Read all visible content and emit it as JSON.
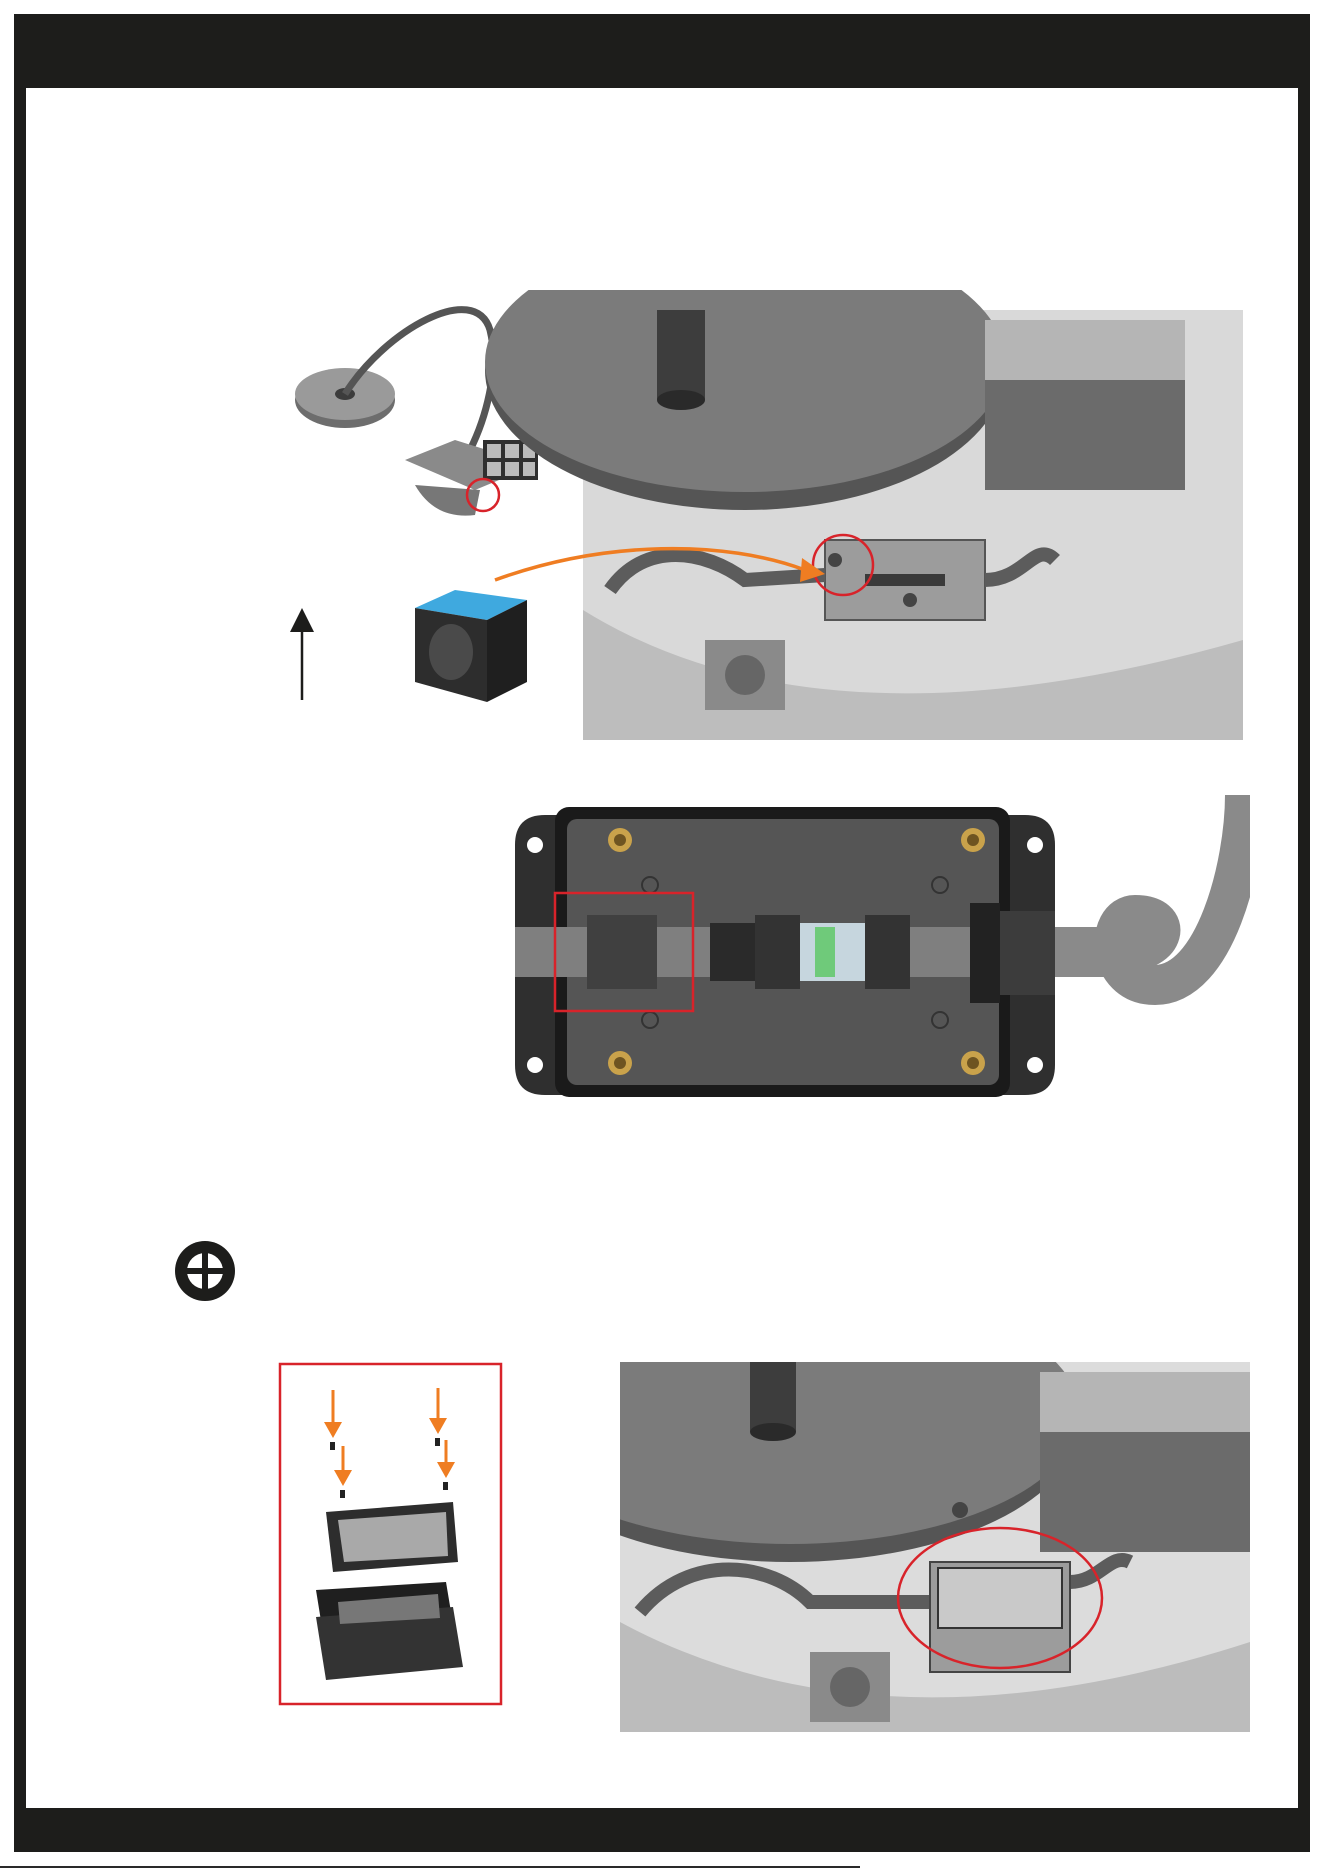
{
  "page": {
    "header_text": "",
    "footer_text": ""
  },
  "icons": {
    "screwdriver": "phillips-screwdriver-icon",
    "up_arrow": "arrow-up-icon",
    "down_arrows": "arrow-down-icon"
  },
  "colors": {
    "frame": "#1d1d1b",
    "highlight_red": "#d8232a",
    "arrow_orange": "#ef7d22",
    "grommet_blue": "#3fa9df",
    "steel_dark": "#4a4a4a",
    "steel_mid": "#8c8c8c",
    "steel_light": "#c9c9c9"
  },
  "figures": {
    "fig1": "installation-overview-grommet",
    "fig2": "junction-box-top-view",
    "fig3": "junction-box-lid-assembly",
    "fig4": "junction-box-closed-overview"
  }
}
